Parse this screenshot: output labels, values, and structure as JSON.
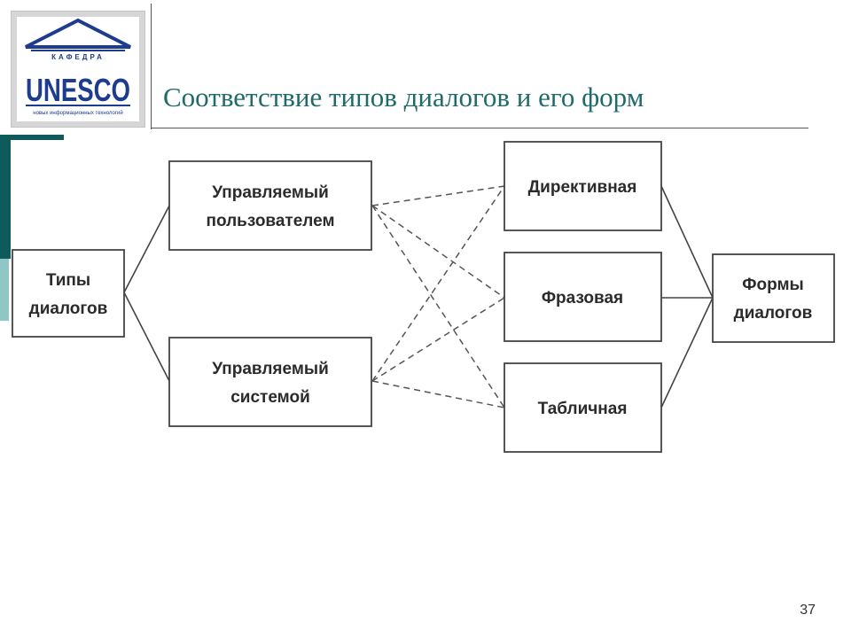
{
  "logo": {
    "arc_text": "КАФЕДРА",
    "name": "UNESCO",
    "subtitle": "новых информационных технологий"
  },
  "title": "Соответствие типов диалогов и его форм",
  "diagram": {
    "nodes": {
      "types": [
        "Типы",
        "диалогов"
      ],
      "user_controlled": [
        "Управляемый",
        "пользователем"
      ],
      "system_controlled": [
        "Управляемый",
        "системой"
      ],
      "directive": [
        "Директивная"
      ],
      "phrase": [
        "Фразовая"
      ],
      "tabular": [
        "Табличная"
      ],
      "forms": [
        "Формы",
        "диалогов"
      ]
    }
  },
  "page_number": "37",
  "colors": {
    "title": "#1f6b6b",
    "accent_dark": "#0f5a5a",
    "accent_light": "#8fc6c6",
    "logo_blue": "#1d3c8f"
  }
}
